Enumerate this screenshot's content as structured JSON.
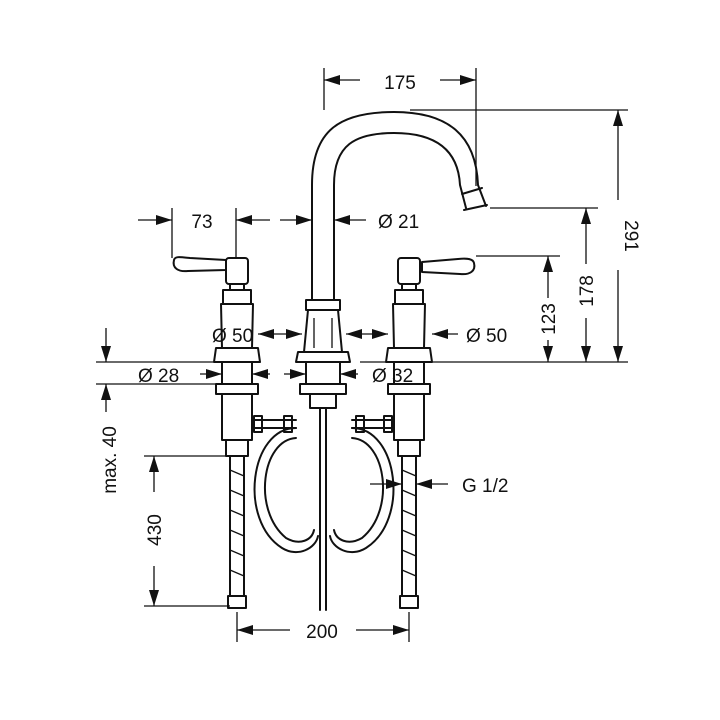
{
  "dimensions": {
    "spout_reach": "175",
    "overall_height": "291",
    "handle_reach": "73",
    "spout_diameter": "Ø 21",
    "spout_outlet_height": "178",
    "handle_height": "123",
    "left_base_diameter": "Ø 50",
    "right_base_diameter": "Ø 50",
    "left_shank_diameter": "Ø 28",
    "center_shank_diameter": "Ø 32",
    "max_deck_thickness": "max. 40",
    "hose_length": "430",
    "thread_size": "G 1/2",
    "center_spacing": "200"
  }
}
